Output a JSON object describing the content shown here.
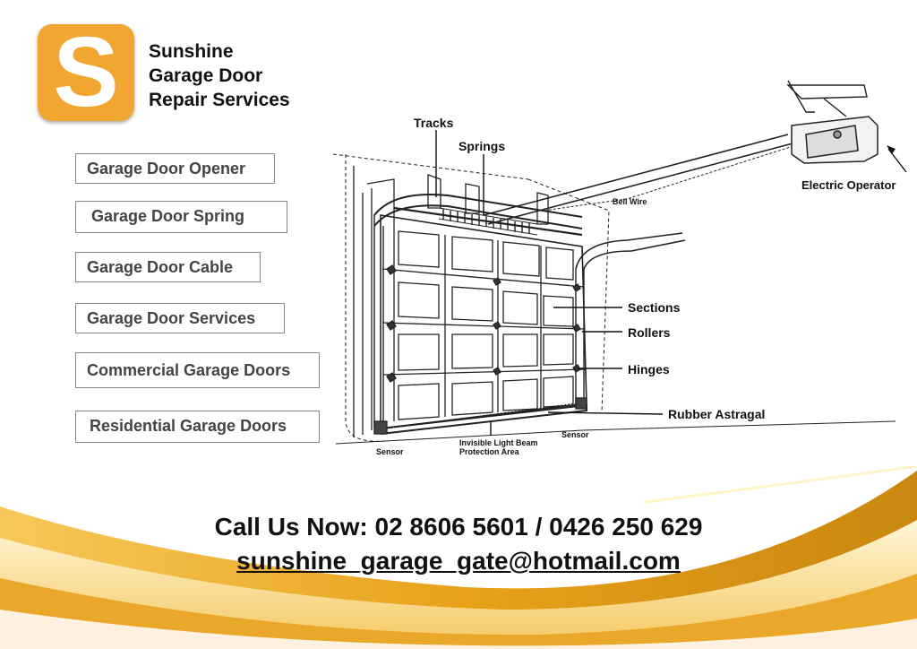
{
  "brand": {
    "logo_letter": "S",
    "name_lines": [
      "Sunshine",
      "Garage Door",
      "Repair Services"
    ],
    "accent_color": "#f0a630"
  },
  "services": [
    "Garage Door Opener",
    "Garage Door Spring",
    "Garage Door Cable",
    "Garage Door Services",
    "Commercial Garage Doors",
    "Residential Garage Doors"
  ],
  "diagram": {
    "labels": {
      "tracks": "Tracks",
      "springs": "Springs",
      "bell_wire": "Bell Wire",
      "electric_operator": "Electric Operator",
      "sections": "Sections",
      "rollers": "Rollers",
      "hinges": "Hinges",
      "rubber_astragal": "Rubber Astragal",
      "sensor_left": "Sensor",
      "sensor_right": "Sensor",
      "beam_line1": "Invisible Light Beam",
      "beam_line2": "Protection Area"
    }
  },
  "contact": {
    "call": "Call Us Now: 02 8606 5601 / 0426 250 629",
    "email": "sunshine_garage_gate@hotmail.com"
  }
}
